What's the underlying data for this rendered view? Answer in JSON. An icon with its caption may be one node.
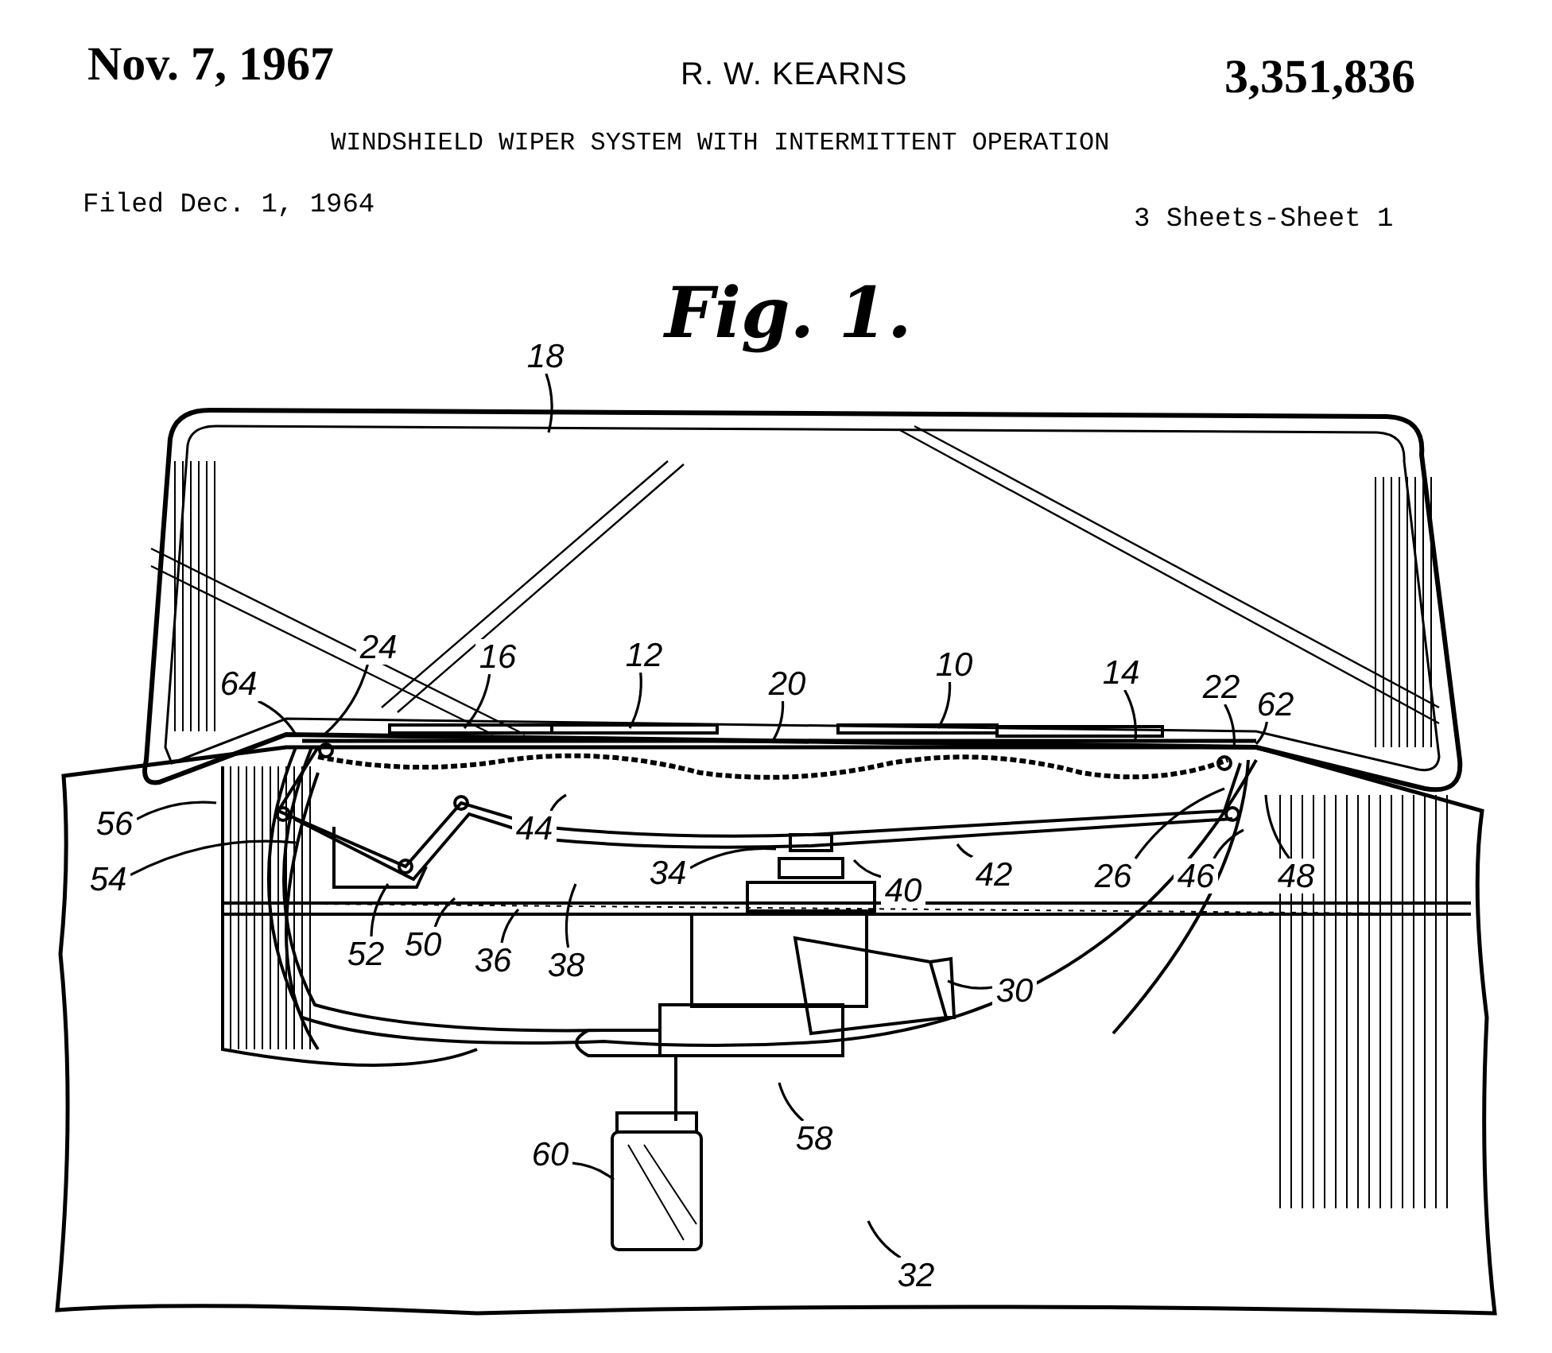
{
  "diagram": {
    "title": "WINDSHIELD WIPER SYSTEM WITH INTERMITTENT OPERATION",
    "caption": "Fig. 1.",
    "nodes": [
      {
        "text": [
          "18"
        ]
      },
      {
        "text": [
          "24"
        ]
      },
      {
        "text": [
          "16"
        ]
      },
      {
        "text": [
          "12"
        ]
      },
      {
        "text": [
          "20"
        ]
      },
      {
        "text": [
          "10"
        ]
      },
      {
        "text": [
          "14"
        ]
      },
      {
        "text": [
          "22"
        ]
      },
      {
        "text": [
          "62"
        ]
      },
      {
        "text": [
          "64"
        ]
      },
      {
        "text": [
          "56"
        ]
      },
      {
        "text": [
          "54"
        ]
      },
      {
        "text": [
          "44"
        ]
      },
      {
        "text": [
          "34"
        ]
      },
      {
        "text": [
          "40"
        ]
      },
      {
        "text": [
          "42"
        ]
      },
      {
        "text": [
          "26"
        ]
      },
      {
        "text": [
          "46"
        ]
      },
      {
        "text": [
          "48"
        ]
      },
      {
        "text": [
          "52"
        ]
      },
      {
        "text": [
          "50"
        ]
      },
      {
        "text": [
          "36"
        ]
      },
      {
        "text": [
          "38"
        ]
      },
      {
        "text": [
          "30"
        ]
      },
      {
        "text": [
          "58"
        ]
      },
      {
        "text": [
          "60"
        ]
      },
      {
        "text": [
          "32"
        ]
      }
    ],
    "edges": [
      {
        "from": 0,
        "to": null,
        "arrow": "none"
      },
      {
        "from": 1,
        "to": null,
        "arrow": "none"
      },
      {
        "from": 2,
        "to": null,
        "arrow": "none"
      },
      {
        "from": 3,
        "to": null,
        "arrow": "none"
      },
      {
        "from": 4,
        "to": null,
        "arrow": "none"
      },
      {
        "from": 5,
        "to": null,
        "arrow": "none"
      },
      {
        "from": 6,
        "to": null,
        "arrow": "none"
      },
      {
        "from": 7,
        "to": null,
        "arrow": "none"
      },
      {
        "from": 8,
        "to": null,
        "arrow": "none"
      },
      {
        "from": 9,
        "to": null,
        "arrow": "none"
      },
      {
        "from": 10,
        "to": null,
        "arrow": "none"
      },
      {
        "from": 11,
        "to": null,
        "arrow": "none"
      },
      {
        "from": 12,
        "to": null,
        "arrow": "none"
      },
      {
        "from": 13,
        "to": null,
        "arrow": "none"
      },
      {
        "from": 14,
        "to": null,
        "arrow": "none"
      },
      {
        "from": 15,
        "to": null,
        "arrow": "none"
      },
      {
        "from": 16,
        "to": null,
        "arrow": "none"
      },
      {
        "from": 17,
        "to": null,
        "arrow": "none"
      },
      {
        "from": 18,
        "to": null,
        "arrow": "none"
      },
      {
        "from": 19,
        "to": null,
        "arrow": "none"
      },
      {
        "from": 20,
        "to": null,
        "arrow": "none"
      },
      {
        "from": 21,
        "to": null,
        "arrow": "none"
      },
      {
        "from": 22,
        "to": null,
        "arrow": "none"
      },
      {
        "from": 23,
        "to": null,
        "arrow": "none"
      },
      {
        "from": 24,
        "to": null,
        "arrow": "none"
      },
      {
        "from": 25,
        "to": null,
        "arrow": "none"
      },
      {
        "from": 26,
        "to": null,
        "arrow": "none"
      }
    ],
    "labels": [
      "Nov. 7, 1967",
      "R. W. KEARNS",
      "3,351,836",
      "Filed Dec. 1, 1964",
      "3 Sheets-Sheet 1"
    ]
  }
}
